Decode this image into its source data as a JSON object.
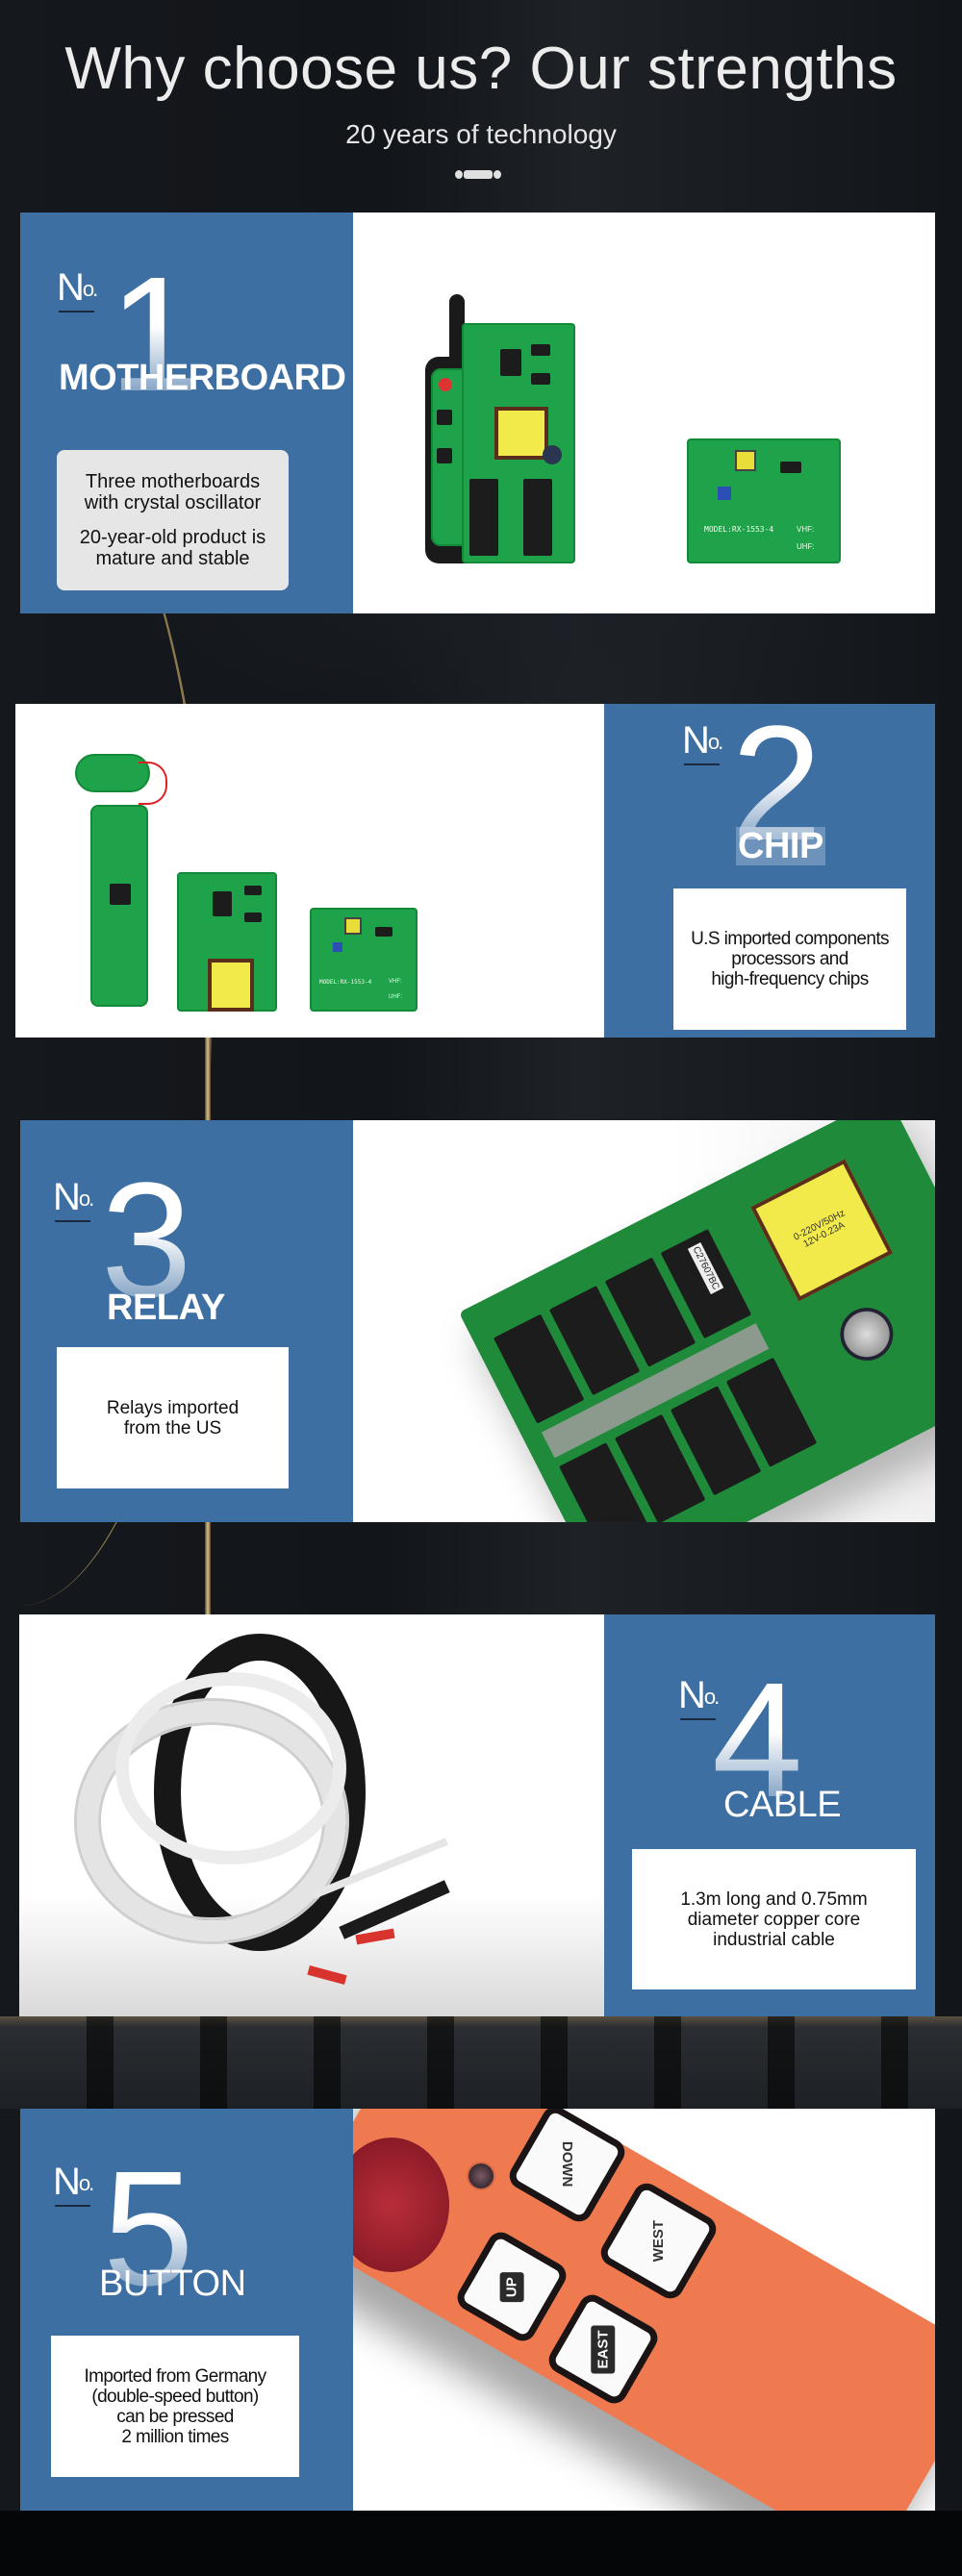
{
  "header": {
    "title": "Why choose us? Our strengths",
    "subtitle": "20 years of technology",
    "divider_icon": "pill-divider"
  },
  "theme": {
    "panel_blue": "#3e6fa3",
    "background": "#121519",
    "text_white": "#ffffff"
  },
  "features": [
    {
      "no_label": "N",
      "no_sup": "o.",
      "number": "1",
      "category": "MOTHERBOARD",
      "lines": [
        "Three motherboards with crystal oscillator",
        "20-year-old product is mature and stable"
      ],
      "line1": "Three motherboards",
      "line2": "with crystal oscillator",
      "line3": "20-year-old product is",
      "line4": "mature and stable",
      "image": "remote-transmitter-and-receiver-boards",
      "board_label": "MODEL:RX-1553-4",
      "vhf": "VHF:",
      "uhf": "UHF:"
    },
    {
      "no_label": "N",
      "no_sup": "o.",
      "number": "2",
      "category": "CHIP",
      "line1": "U.S imported components",
      "line2": "processors and",
      "line3": "high-frequency chips",
      "image": "pcb-chip-boards",
      "board_label": "MODEL:RX-1553-4",
      "vhf": "VHF:",
      "uhf": "UHF:"
    },
    {
      "no_label": "N",
      "no_sup": "o.",
      "number": "3",
      "category": "RELAY",
      "line1": "Relays imported",
      "line2": "from the US",
      "image": "relay-board",
      "relay_label": "C27607BC",
      "transformer_line1": "0-220V/50Hz",
      "transformer_line2": "12V-0.23A"
    },
    {
      "no_label": "N",
      "no_sup": "o.",
      "number": "4",
      "category": "CABLE",
      "line1": "1.3m long and 0.75mm",
      "line2": "diameter copper core",
      "line3": "industrial cable",
      "image": "industrial-cable-coil"
    },
    {
      "no_label": "N",
      "no_sup": "o.",
      "number": "5",
      "category": "BUTTON",
      "line1": "Imported from Germany",
      "line2": "(double-speed button)",
      "line3": "can be pressed",
      "line4": "2 million times",
      "image": "orange-remote-buttons",
      "keys": [
        "DOWN",
        "WEST",
        "UP",
        "EAST"
      ]
    }
  ]
}
